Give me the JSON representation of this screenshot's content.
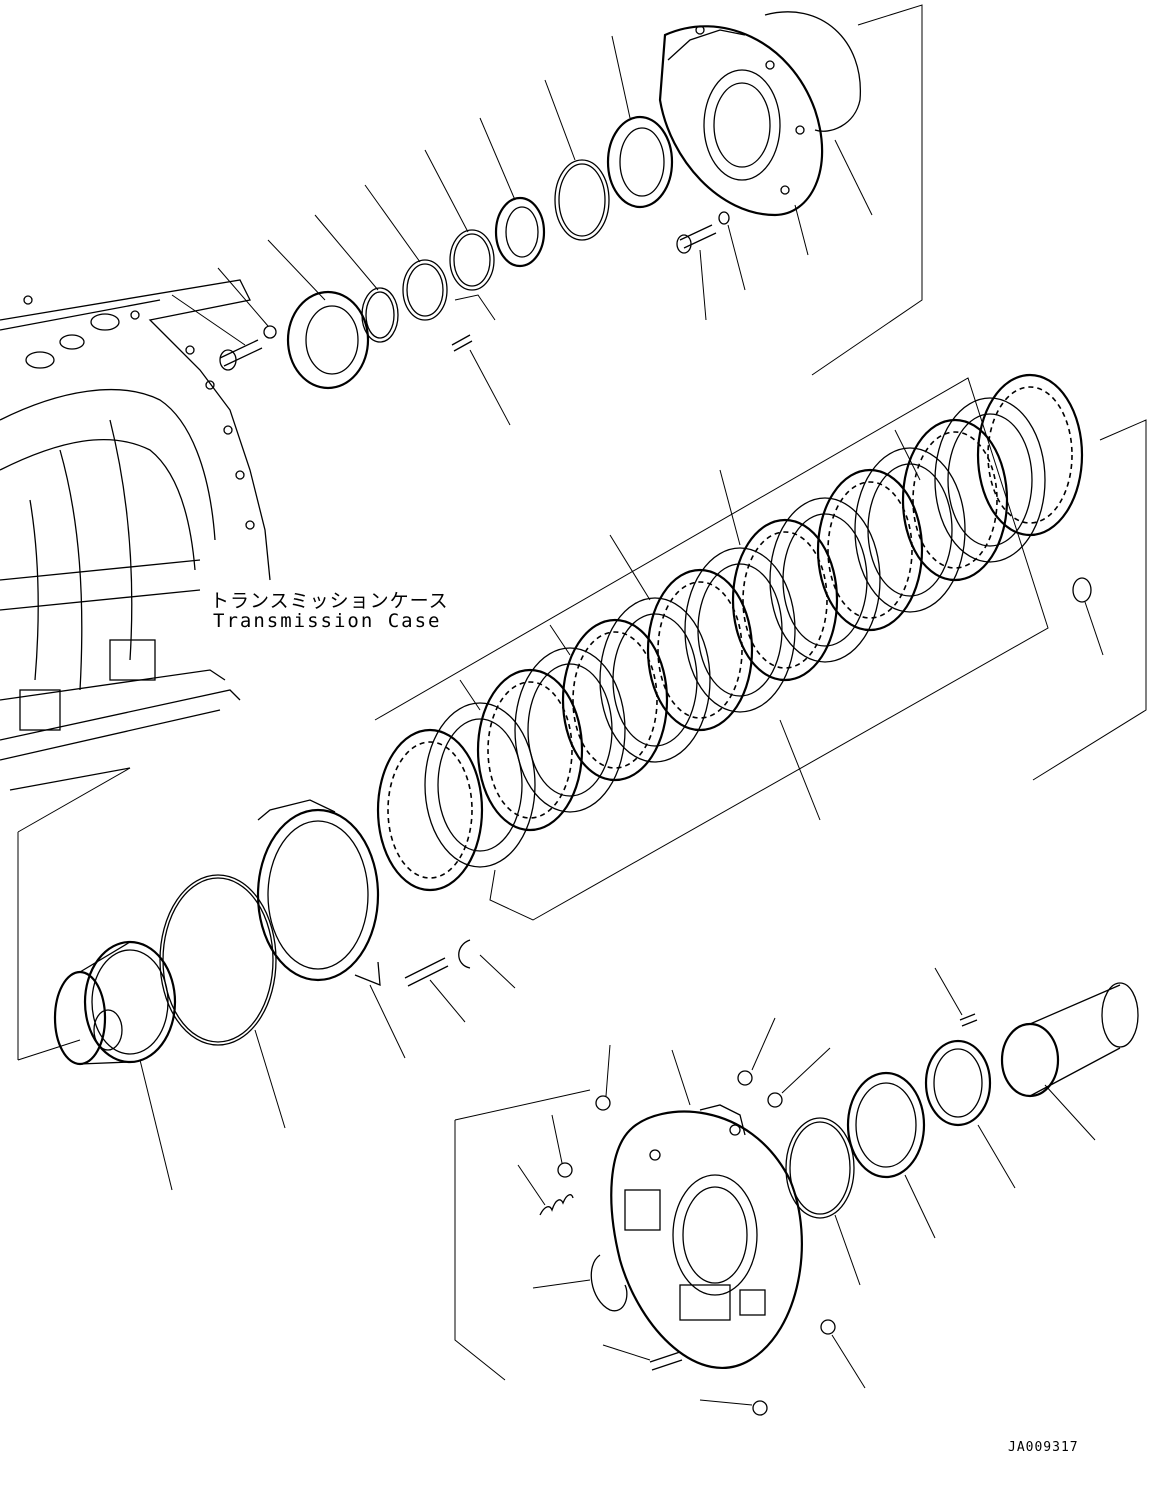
{
  "figure": {
    "case_label_jp": "トランスミッションケース",
    "case_label_en": "Transmission Case",
    "drawing_id": "JA009317"
  }
}
